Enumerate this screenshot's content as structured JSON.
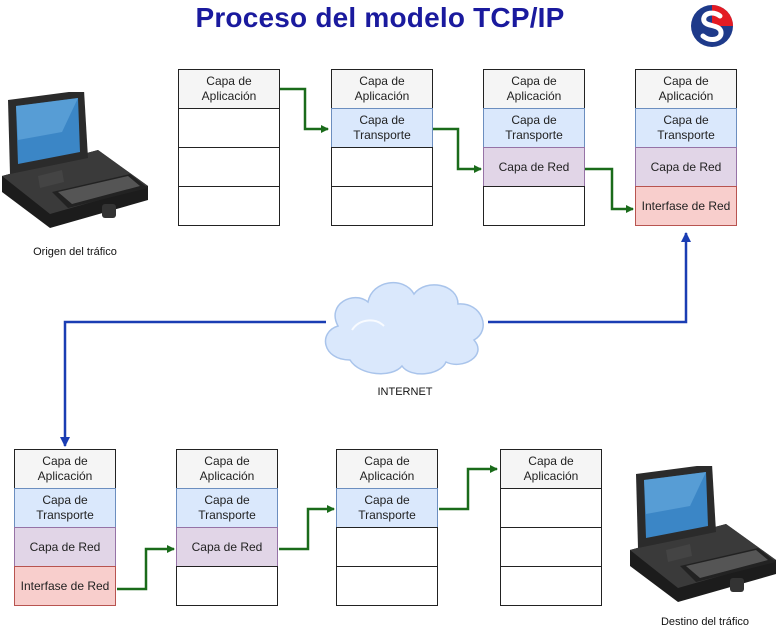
{
  "title": "Proceso del modelo TCP/IP",
  "brand_colors": {
    "title": "#1a1a9e",
    "logo_red": "#e31b23",
    "logo_blue": "#1e3a8a"
  },
  "labels": {
    "origin": "Origen del tráfico",
    "destination": "Destino del tráfico",
    "internet": "INTERNET"
  },
  "layers": {
    "app_line1": "Capa de",
    "app_line2": "Aplicación",
    "trans_line1": "Capa de",
    "trans_line2": "Transporte",
    "net": "Capa de Red",
    "link": "Interfase de Red"
  },
  "stacks_top": [
    {
      "layers": [
        "app",
        "empty",
        "empty",
        "empty"
      ]
    },
    {
      "layers": [
        "app",
        "trans",
        "empty",
        "empty"
      ]
    },
    {
      "layers": [
        "app",
        "trans",
        "net",
        "empty"
      ]
    },
    {
      "layers": [
        "app",
        "trans",
        "net",
        "link"
      ]
    }
  ],
  "stacks_bottom": [
    {
      "layers": [
        "app",
        "trans",
        "net",
        "link"
      ]
    },
    {
      "layers": [
        "app",
        "trans",
        "net",
        "empty"
      ]
    },
    {
      "layers": [
        "app",
        "trans",
        "empty",
        "empty"
      ]
    },
    {
      "layers": [
        "app",
        "empty",
        "empty",
        "empty"
      ]
    }
  ],
  "arrow_colors": {
    "encapsulation": "#1a6b1a",
    "internet": "#1a3db3"
  }
}
